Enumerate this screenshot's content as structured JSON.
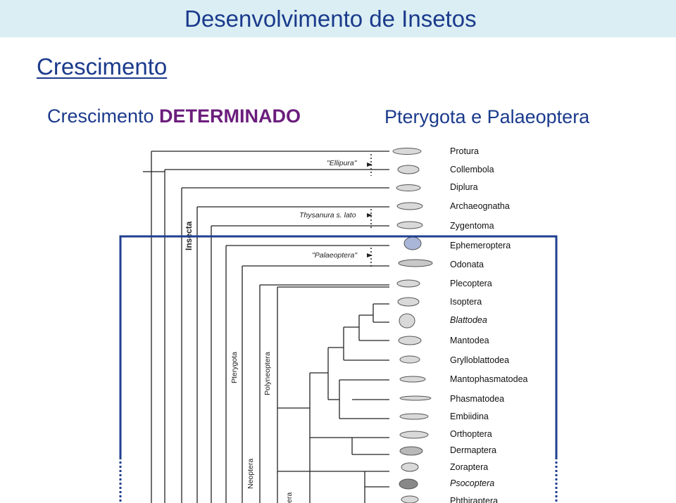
{
  "header": {
    "title": "Desenvolvimento de Insetos"
  },
  "section": "Crescimento",
  "subtitle": {
    "prefix": "Crescimento ",
    "emphasis": "DETERMINADO"
  },
  "right_title": "Pterygota e Palaeoptera",
  "colors": {
    "band": "#dbeef3",
    "title": "#1a3a8c",
    "emphasis": "#6b1d7c",
    "frame": "#1f3f8f"
  },
  "tree": {
    "taxa": [
      {
        "name": "Protura",
        "italic": false
      },
      {
        "name": "Collembola",
        "italic": false
      },
      {
        "name": "Diplura",
        "italic": false
      },
      {
        "name": "Archaeognatha",
        "italic": false
      },
      {
        "name": "Zygentoma",
        "italic": false
      },
      {
        "name": "Ephemeroptera",
        "italic": false
      },
      {
        "name": "Odonata",
        "italic": false
      },
      {
        "name": "Plecoptera",
        "italic": false
      },
      {
        "name": "Isoptera",
        "italic": false
      },
      {
        "name": "Blattodea",
        "italic": true
      },
      {
        "name": "Mantodea",
        "italic": false
      },
      {
        "name": "Grylloblattodea",
        "italic": false
      },
      {
        "name": "Mantophasmatodea",
        "italic": false
      },
      {
        "name": "Phasmatodea",
        "italic": false
      },
      {
        "name": "Embiidina",
        "italic": false
      },
      {
        "name": "Orthoptera",
        "italic": false
      },
      {
        "name": "Dermaptera",
        "italic": false
      },
      {
        "name": "Zoraptera",
        "italic": false
      },
      {
        "name": "Psocoptera",
        "italic": true
      },
      {
        "name": "Phthiraptera",
        "italic": false
      }
    ],
    "groups": {
      "ellipura": "\"Ellipura\"",
      "thysanura": "Thysanura s. lato",
      "palaeoptera": "\"Palaeoptera\""
    },
    "vertical_labels": {
      "insecta": "Insecta",
      "pterygota": "Pterygota",
      "polyneoptera": "Polyneoptera",
      "neoptera": "Neoptera",
      "cut": "era"
    }
  }
}
